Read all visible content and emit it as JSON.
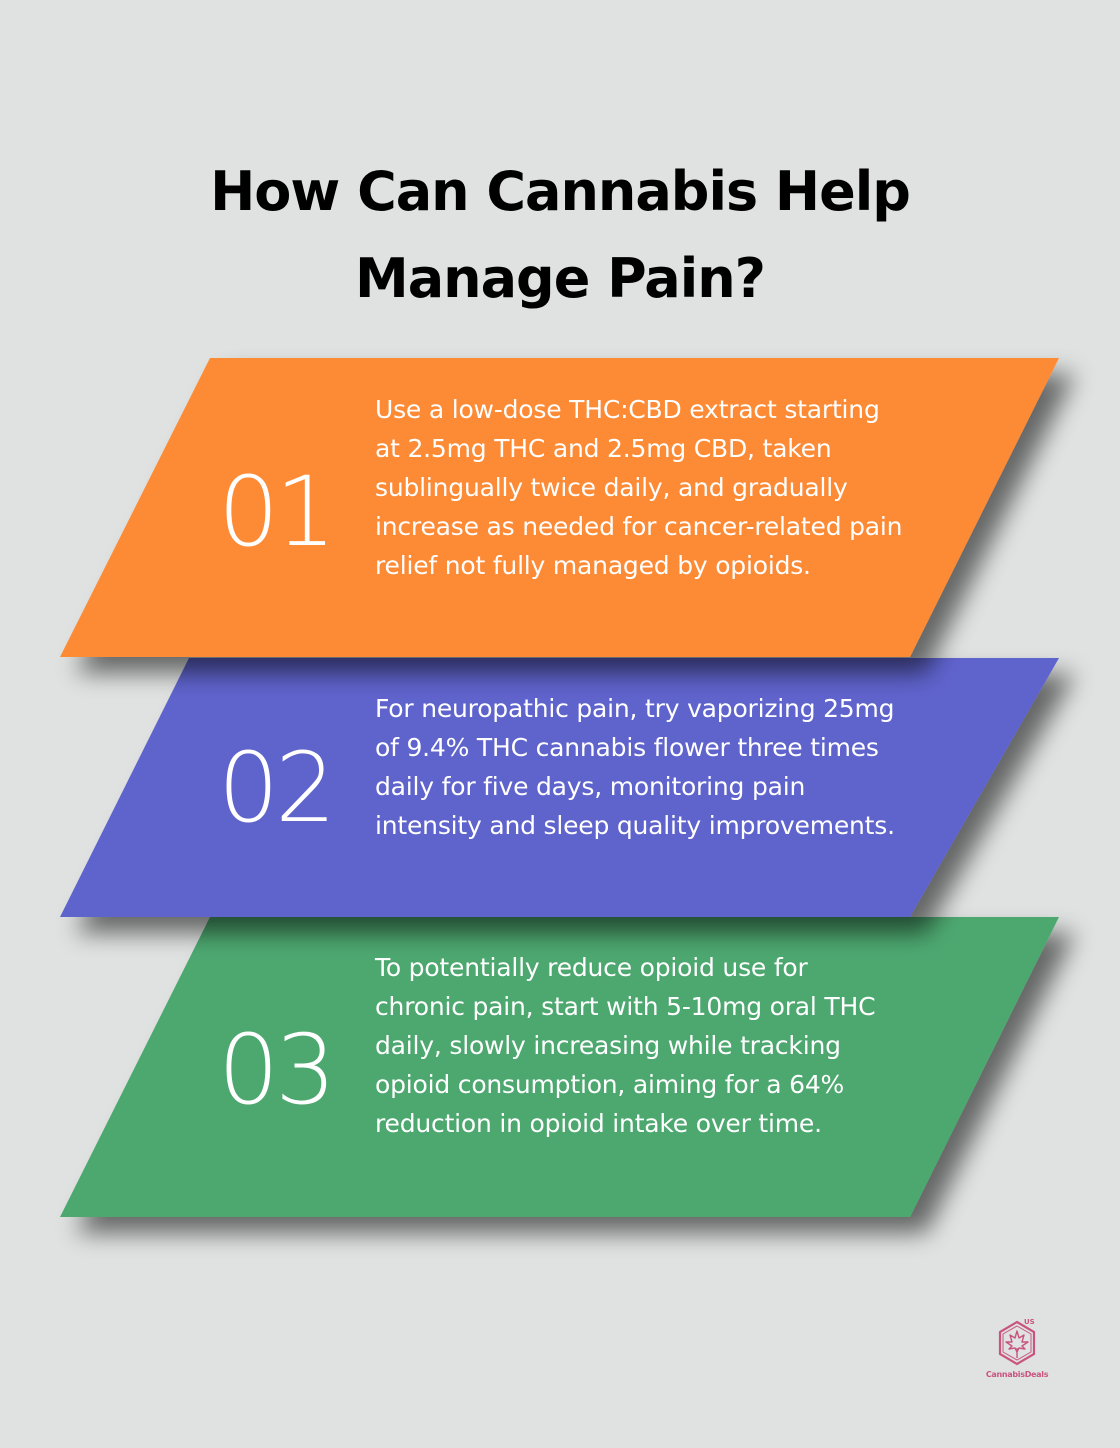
{
  "header": {
    "title_line1": "How Can Cannabis Help",
    "title_line2": "Manage Pain?"
  },
  "steps": [
    {
      "number": "01",
      "color": "#fd8a34",
      "text": "Use a low-dose THC:CBD extract starting at 2.5mg THC and 2.5mg CBD, taken sublingually twice daily, and gradually increase as needed for cancer-related pain relief not fully managed by opioids."
    },
    {
      "number": "02",
      "color": "#5f63cc",
      "text": "For neuropathic pain, try vaporizing 25mg of 9.4% THC cannabis flower three times daily for five days, monitoring pain intensity and sleep quality improvements."
    },
    {
      "number": "03",
      "color": "#4ea870",
      "text": "To potentially reduce opioid use for chronic pain, start with 5-10mg oral THC daily, slowly increasing while tracking opioid consumption, aiming for a 64% reduction in opioid intake over time."
    }
  ],
  "logo": {
    "icon": "cannabis-leaf-hexagon-icon",
    "badge": "US",
    "name": "CannabisDeals",
    "color": "#c9557f"
  },
  "colors": {
    "background": "#dfe2e1",
    "title": "#000000",
    "step_text": "#ffffff"
  }
}
